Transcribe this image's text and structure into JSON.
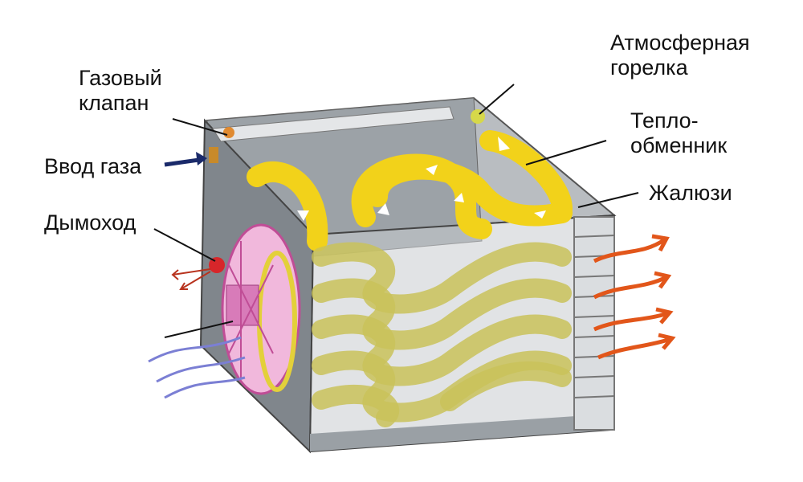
{
  "labels": {
    "gas_valve": [
      "Газовый",
      "клапан"
    ],
    "gas_inlet": "Ввод газа",
    "chimney": "Дымоход",
    "burner": [
      "Атмосферная",
      "горелка"
    ],
    "heat_exchanger": [
      "Тепло-",
      "обменник"
    ],
    "louvers": "Жалюзи"
  },
  "colors": {
    "tube_top": "#f2d21a",
    "tube_front": "#c9c25a",
    "casing": "#8a9096",
    "fan": "#e58fc8",
    "hot_air": "#e2561a",
    "cold_air": "#7b7fd4"
  }
}
